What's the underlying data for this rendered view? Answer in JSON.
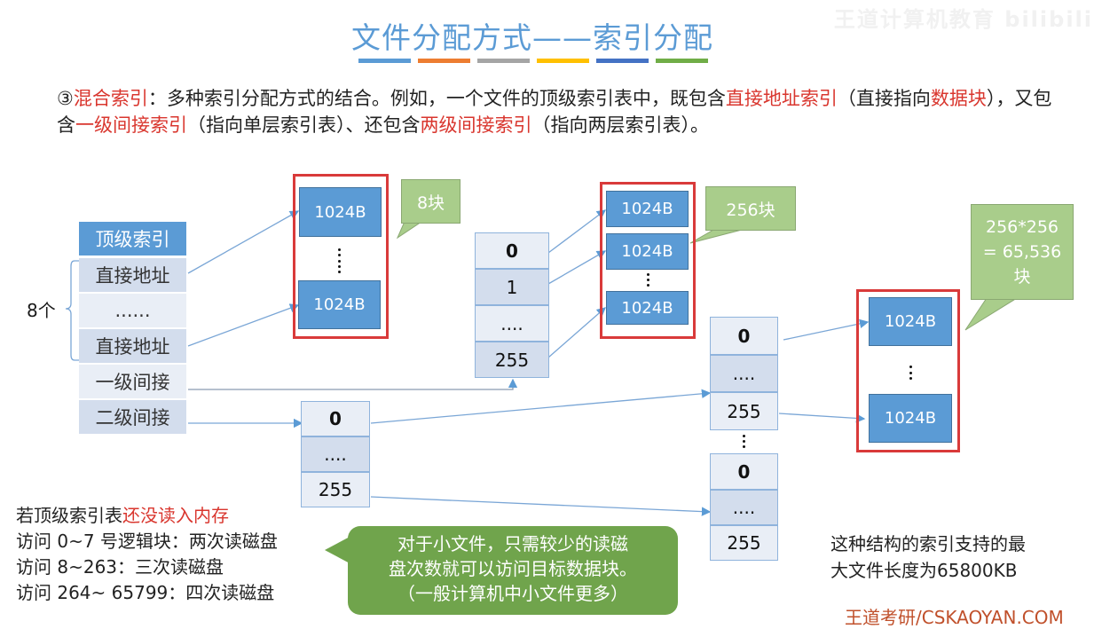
{
  "title": "文件分配方式——索引分配",
  "title_bar_colors": [
    "#5b9bd5",
    "#ed7d31",
    "#a5a5a5",
    "#ffc000",
    "#4472c4",
    "#70ad47"
  ],
  "watermark": "王道计算机教育 bilibili",
  "intro": {
    "prefix": "③",
    "term": "混合索引",
    "t1": "：多种索引分配方式的结合。例如，一个文件的顶级索引表中，既包含",
    "term2": "直接地址索引",
    "t2": "（直接指向",
    "term3": "数据块",
    "t3": "），又包含",
    "term4": "一级间接索引",
    "t4": "（指向单层索引表）、还包含",
    "term5": "两级间接索引",
    "t5": "（指向两层索引表）。"
  },
  "top_index": {
    "header": "顶级索引",
    "rows": [
      "直接地址",
      "......",
      "直接地址",
      "一级间接",
      "二级间接"
    ],
    "brace_label": "8个"
  },
  "block_label": "1024B",
  "callouts": {
    "direct": "8块",
    "single": "256块",
    "double": [
      "256*256",
      "= 65,536",
      "块"
    ]
  },
  "index_table_single": [
    "0",
    "1",
    "....",
    "255"
  ],
  "index_table_double_l1": [
    "0",
    "....",
    "255"
  ],
  "index_table_double_l2a": [
    "0",
    "....",
    "255"
  ],
  "index_table_double_l2b": [
    "0",
    "....",
    "255"
  ],
  "note": {
    "line1_prefix": "若顶级索引表",
    "line1_red": "还没读入内存",
    "line2": "访问 0~7 号逻辑块：两次读磁盘",
    "line3": "访问 8~263：三次读磁盘",
    "line4": "访问 264~ 65799：四次读磁盘"
  },
  "bubble": [
    "对于小文件，只需较少的读磁",
    "盘次数就可以访问目标数据块。",
    "（一般计算机中小文件更多）"
  ],
  "summary": [
    "这种结构的索引支持的最",
    "大文件长度为65800KB"
  ],
  "footer": "王道考研/CSKAOYAN.COM"
}
